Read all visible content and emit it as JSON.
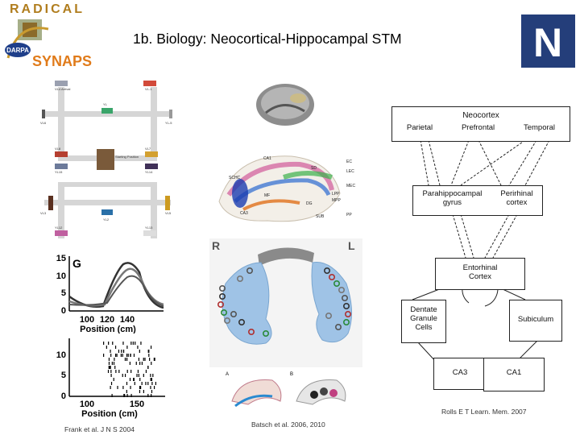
{
  "slide": {
    "title_prefix": "1b. Biology:",
    "title_rest": " Neocortical-Hippocampal STM"
  },
  "logos": {
    "radical": "RADICAL",
    "darpa": "DARPA",
    "synapse": "SYNAPSE",
    "nevada_letter": "N"
  },
  "maze": {
    "labels": [
      "VL4 Arrival",
      "VL6",
      "YL",
      "YL-5",
      "VL-1",
      "VL8",
      "VL7",
      "YL15",
      "YL14",
      "Starting Position",
      "VL3",
      "VL5",
      "YL2",
      "YL12",
      "YL13"
    ]
  },
  "plots": {
    "G_label": "G",
    "top_y_ticks": [
      "15",
      "10",
      "5",
      "0"
    ],
    "top_x_ticks": [
      "100",
      "120",
      "140"
    ],
    "top_x_label": "Position (cm)",
    "bottom_y_ticks": [
      "10",
      "5",
      "0"
    ],
    "bottom_x_ticks": [
      "100",
      "150"
    ],
    "bottom_x_label": "Position (cm)"
  },
  "hippocampus": {
    "labels": [
      "CA1",
      "CA3",
      "SD",
      "PP",
      "EC",
      "SCHC",
      "MF",
      "DG",
      "LPP",
      "MPP",
      "MEC",
      "LEC",
      "SUB"
    ]
  },
  "rat_brain": {
    "R": "R",
    "L": "L",
    "panel_a": "A",
    "panel_b": "B"
  },
  "diagram": {
    "neocortex": "Neocortex",
    "parietal": "Parietal",
    "prefrontal": "Prefrontal",
    "temporal": "Temporal",
    "parahippocampal": "Parahippocampal\ngyrus",
    "perirhinal": "Perirhinal\ncortex",
    "entorhinal": "Entorhinal\nCortex",
    "dentate": "Dentate\nGranule\nCells",
    "subiculum": "Subiculum",
    "ca3": "CA3",
    "ca1": "CA1"
  },
  "citations": {
    "rolls": "Rolls E T Learn. Mem. 2007",
    "frank": "Frank et al. J N S 2004",
    "batsch": "Batsch et al. 2006, 2010"
  },
  "colors": {
    "radical_gold": "#b07d1e",
    "nevada_blue": "#243e7a",
    "synapse_orange": "#e07b1a"
  }
}
